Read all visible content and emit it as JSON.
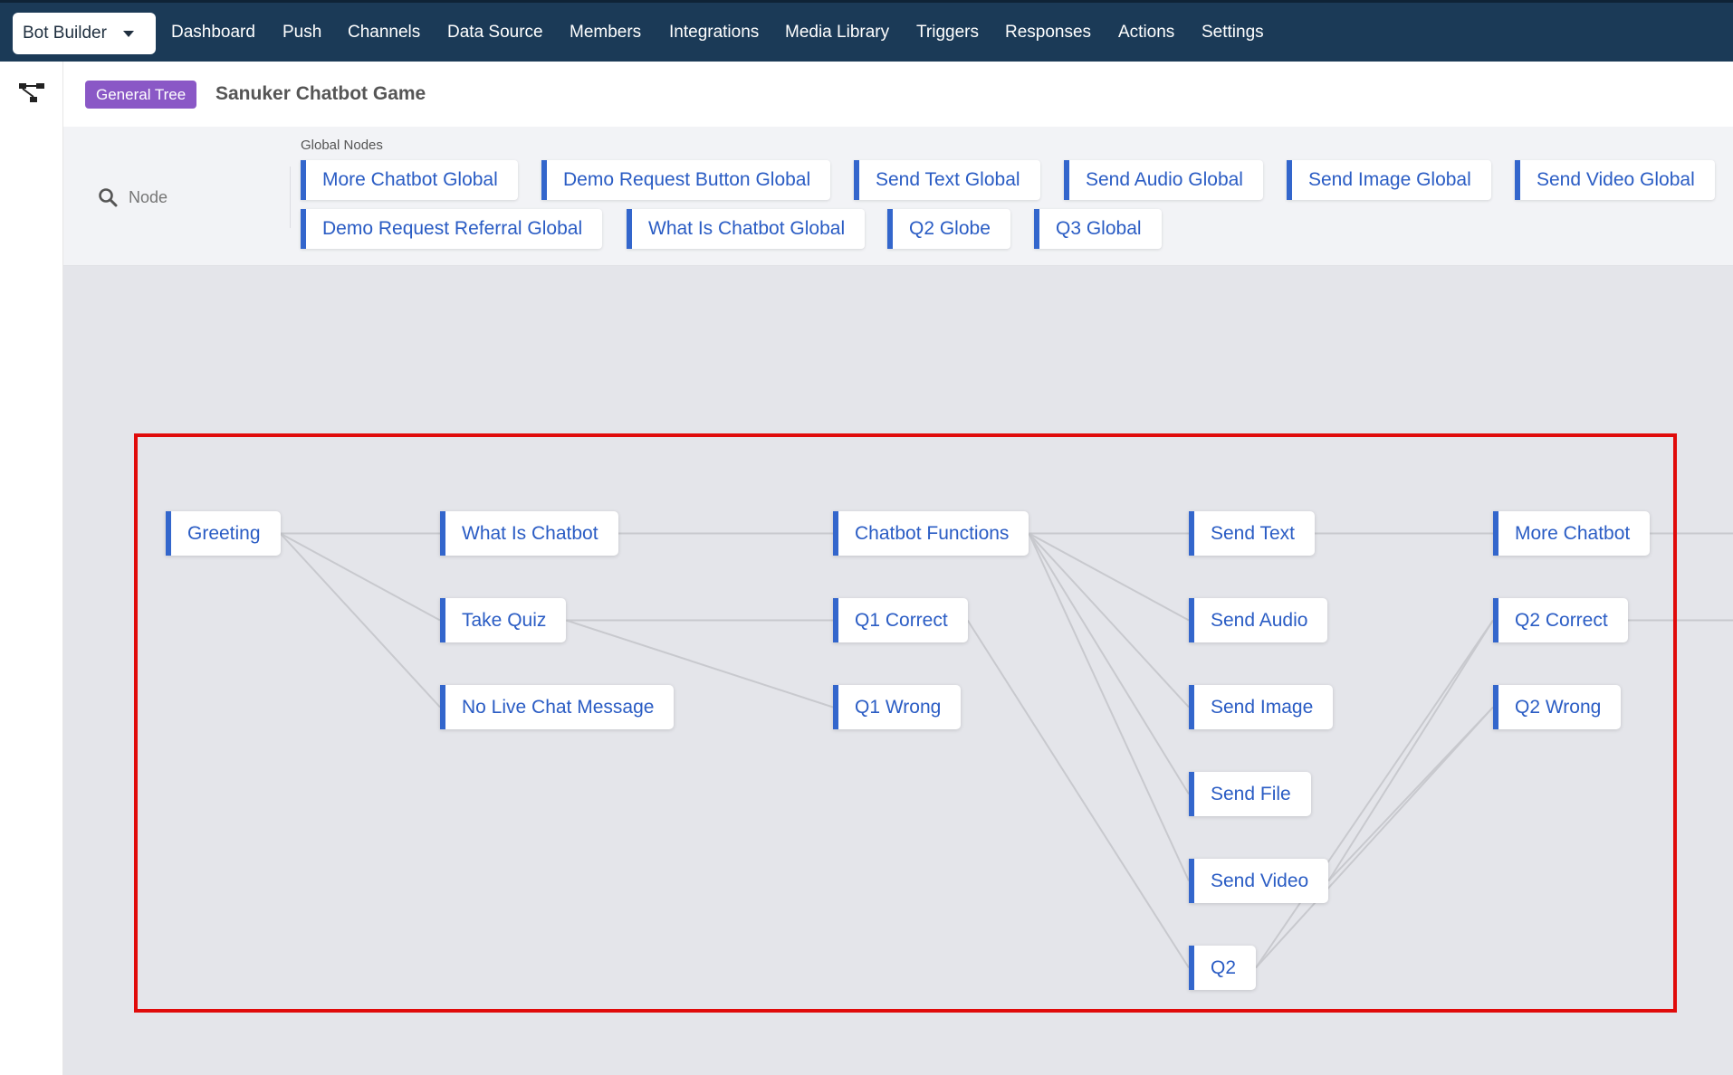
{
  "topnav": {
    "app_selector": "Bot Builder",
    "items": [
      "Dashboard",
      "Push",
      "Channels",
      "Data Source",
      "Members",
      "Integrations",
      "Media Library",
      "Triggers",
      "Responses",
      "Actions",
      "Settings"
    ]
  },
  "header": {
    "badge": "General Tree",
    "title": "Sanuker Chatbot Game"
  },
  "global_panel": {
    "search_placeholder": "Node",
    "label": "Global Nodes",
    "nodes": [
      "More Chatbot Global",
      "Demo Request Button Global",
      "Send Text Global",
      "Send Audio Global",
      "Send Image Global",
      "Send Video Global",
      "Demo Request Referral Global",
      "What Is Chatbot Global",
      "Q2 Globe",
      "Q3 Global"
    ]
  },
  "tree": {
    "nodes": [
      "Greeting",
      "What Is Chatbot",
      "Take Quiz",
      "No Live Chat Message",
      "Chatbot Functions",
      "Q1 Correct",
      "Q1 Wrong",
      "Send Text",
      "Send Audio",
      "Send Image",
      "Send File",
      "Send Video",
      "Q2",
      "More Chatbot",
      "Q2 Correct",
      "Q2 Wrong"
    ],
    "edges": [
      [
        "Greeting",
        "What Is Chatbot"
      ],
      [
        "Greeting",
        "Take Quiz"
      ],
      [
        "Greeting",
        "No Live Chat Message"
      ],
      [
        "What Is Chatbot",
        "Chatbot Functions"
      ],
      [
        "Take Quiz",
        "Q1 Correct"
      ],
      [
        "Take Quiz",
        "Q1 Wrong"
      ],
      [
        "Chatbot Functions",
        "Send Text"
      ],
      [
        "Chatbot Functions",
        "Send Audio"
      ],
      [
        "Chatbot Functions",
        "Send Image"
      ],
      [
        "Chatbot Functions",
        "Send File"
      ],
      [
        "Chatbot Functions",
        "Send Video"
      ],
      [
        "Q1 Correct",
        "Q2"
      ],
      [
        "Send Text",
        "More Chatbot"
      ],
      [
        "Send Video",
        "Q2 Correct"
      ],
      [
        "Send Video",
        "Q2 Wrong"
      ],
      [
        "Q2",
        "Q2 Correct"
      ],
      [
        "Q2",
        "Q2 Wrong"
      ]
    ]
  },
  "colors": {
    "nav_bg": "#1b3a57",
    "accent": "#3366cc",
    "badge": "#8a58c6",
    "highlight": "#e00b0b"
  }
}
